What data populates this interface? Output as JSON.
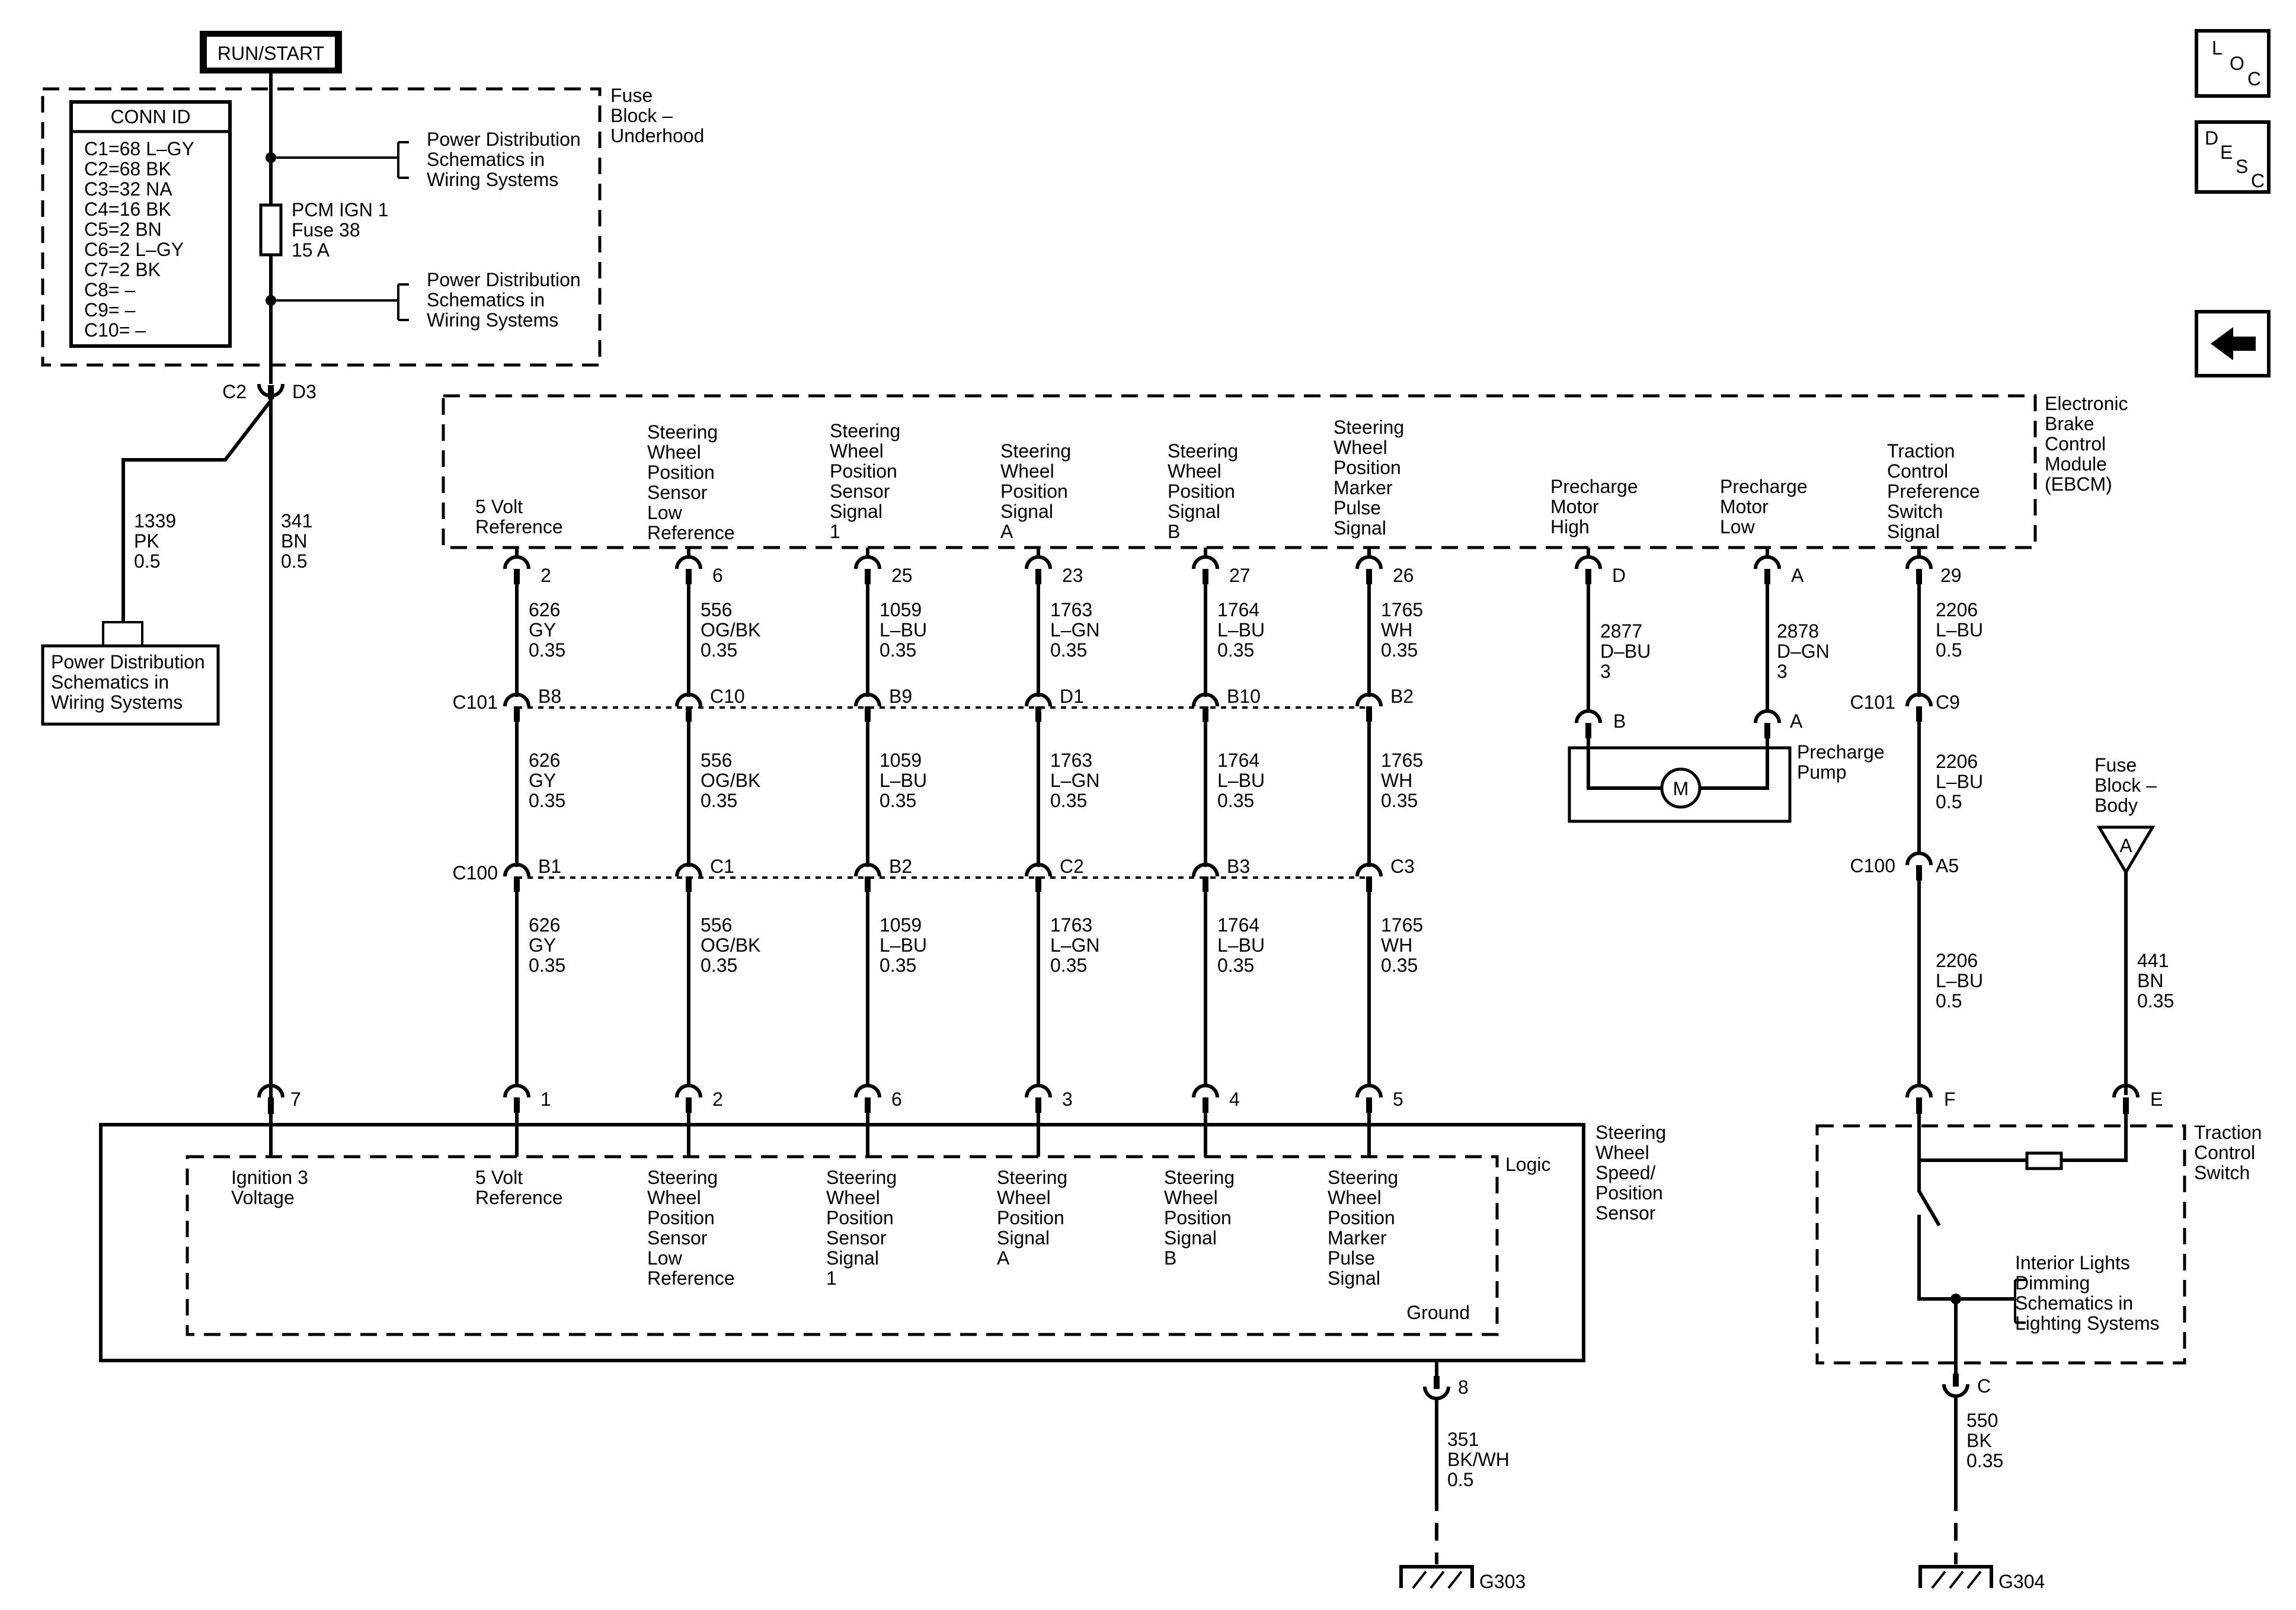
{
  "power": {
    "run_start": "RUN/START"
  },
  "fuse_block": {
    "title": [
      "Fuse",
      "Block –",
      "Underhood"
    ],
    "conn_id_title": "CONN ID",
    "conn_ids": [
      "C1=68 L–GY",
      "C2=68 BK",
      "C3=32 NA",
      "C4=16 BK",
      "C5=2 BN",
      "C6=2 L–GY",
      "C7=2 BK",
      "C8= –",
      "C9= –",
      "C10= –"
    ],
    "fuse_label": [
      "PCM IGN 1",
      "Fuse 38",
      "15 A"
    ],
    "power_dist_top": [
      "Power Distribution",
      "Schematics in",
      "Wiring Systems"
    ],
    "power_dist_mid": [
      "Power Distribution",
      "Schematics in",
      "Wiring Systems"
    ]
  },
  "left_connectors": {
    "c2": "C2",
    "d3": "D3"
  },
  "wire_1339": [
    "1339",
    "PK",
    "0.5"
  ],
  "wire_341": [
    "341",
    "BN",
    "0.5"
  ],
  "power_dist_left": [
    "Power Distribution",
    "Schematics in",
    "Wiring Systems"
  ],
  "ebcm": {
    "title": [
      "Electronic",
      "Brake",
      "Control",
      "Module",
      "(EBCM)"
    ],
    "pins": [
      {
        "label": [
          "5 Volt",
          "Reference"
        ],
        "pin": "2"
      },
      {
        "label": [
          "Steering",
          "Wheel",
          "Position",
          "Sensor",
          "Low",
          "Reference"
        ],
        "pin": "6"
      },
      {
        "label": [
          "Steering",
          "Wheel",
          "Position",
          "Sensor",
          "Signal",
          "1"
        ],
        "pin": "25"
      },
      {
        "label": [
          "Steering",
          "Wheel",
          "Position",
          "Signal",
          "A"
        ],
        "pin": "23"
      },
      {
        "label": [
          "Steering",
          "Wheel",
          "Position",
          "Signal",
          "B"
        ],
        "pin": "27"
      },
      {
        "label": [
          "Steering",
          "Wheel",
          "Position",
          "Marker",
          "Pulse",
          "Signal"
        ],
        "pin": "26"
      },
      {
        "label": [
          "Precharge",
          "Motor",
          "High"
        ],
        "pin": "D"
      },
      {
        "label": [
          "Precharge",
          "Motor",
          "Low"
        ],
        "pin": "A"
      },
      {
        "label": [
          "Traction",
          "Control",
          "Preference",
          "Switch",
          "Signal"
        ],
        "pin": "29"
      }
    ]
  },
  "signal_wires": [
    {
      "seg1": [
        "626",
        "GY",
        "0.35"
      ],
      "c101": "B8",
      "seg2": [
        "626",
        "GY",
        "0.35"
      ],
      "c100": "B1",
      "seg3": [
        "626",
        "GY",
        "0.35"
      ],
      "sensor_pin": "1",
      "sensor_label": [
        "5 Volt",
        "Reference"
      ]
    },
    {
      "seg1": [
        "556",
        "OG/BK",
        "0.35"
      ],
      "c101": "C10",
      "seg2": [
        "556",
        "OG/BK",
        "0.35"
      ],
      "c100": "C1",
      "seg3": [
        "556",
        "OG/BK",
        "0.35"
      ],
      "sensor_pin": "2",
      "sensor_label": [
        "Steering",
        "Wheel",
        "Position",
        "Sensor",
        "Low",
        "Reference"
      ]
    },
    {
      "seg1": [
        "1059",
        "L–BU",
        "0.35"
      ],
      "c101": "B9",
      "seg2": [
        "1059",
        "L–BU",
        "0.35"
      ],
      "c100": "B2",
      "seg3": [
        "1059",
        "L–BU",
        "0.35"
      ],
      "sensor_pin": "6",
      "sensor_label": [
        "Steering",
        "Wheel",
        "Position",
        "Sensor",
        "Signal",
        "1"
      ]
    },
    {
      "seg1": [
        "1763",
        "L–GN",
        "0.35"
      ],
      "c101": "D1",
      "seg2": [
        "1763",
        "L–GN",
        "0.35"
      ],
      "c100": "C2",
      "seg3": [
        "1763",
        "L–GN",
        "0.35"
      ],
      "sensor_pin": "3",
      "sensor_label": [
        "Steering",
        "Wheel",
        "Position",
        "Signal",
        "A"
      ]
    },
    {
      "seg1": [
        "1764",
        "L–BU",
        "0.35"
      ],
      "c101": "B10",
      "seg2": [
        "1764",
        "L–BU",
        "0.35"
      ],
      "c100": "B3",
      "seg3": [
        "1764",
        "L–BU",
        "0.35"
      ],
      "sensor_pin": "4",
      "sensor_label": [
        "Steering",
        "Wheel",
        "Position",
        "Signal",
        "B"
      ]
    },
    {
      "seg1": [
        "1765",
        "WH",
        "0.35"
      ],
      "c101": "B2",
      "seg2": [
        "1765",
        "WH",
        "0.35"
      ],
      "c100": "C3",
      "seg3": [
        "1765",
        "WH",
        "0.35"
      ],
      "sensor_pin": "5",
      "sensor_label": [
        "Steering",
        "Wheel",
        "Position",
        "Marker",
        "Pulse",
        "Signal"
      ]
    }
  ],
  "connectors": {
    "c101": "C101",
    "c100": "C100"
  },
  "precharge": {
    "wire_high": [
      "2877",
      "D–BU",
      "3"
    ],
    "wire_low": [
      "2878",
      "D–GN",
      "3"
    ],
    "pin_b": "B",
    "pin_a": "A",
    "pump_label": [
      "Precharge",
      "Pump"
    ],
    "motor": "M"
  },
  "traction_wire": {
    "seg1": [
      "2206",
      "L–BU",
      "0.5"
    ],
    "c101": "C9",
    "seg2": [
      "2206",
      "L–BU",
      "0.5"
    ],
    "c100": "A5",
    "seg3": [
      "2206",
      "L–BU",
      "0.5"
    ]
  },
  "fuse_block_body": {
    "title": [
      "Fuse",
      "Block –",
      "Body"
    ],
    "pin": "A",
    "wire": [
      "441",
      "BN",
      "0.35"
    ]
  },
  "sensor": {
    "title": [
      "Steering",
      "Wheel",
      "Speed/",
      "Position",
      "Sensor"
    ],
    "logic": "Logic",
    "ground": "Ground",
    "ignition_pin": "7",
    "ignition_label": [
      "Ignition 3",
      "Voltage"
    ],
    "ground_pin": "8",
    "ground_wire": [
      "351",
      "BK/WH",
      "0.5"
    ],
    "ground_id": "G303"
  },
  "traction_switch": {
    "title": [
      "Traction",
      "Control",
      "Switch"
    ],
    "pin_f": "F",
    "pin_e": "E",
    "pin_c": "C",
    "interior": [
      "Interior Lights",
      "Dimming",
      "Schematics in",
      "Lighting Systems"
    ],
    "ground_wire": [
      "550",
      "BK",
      "0.35"
    ],
    "ground_id": "G304"
  },
  "nav": {
    "loc": [
      "L",
      "O",
      "C"
    ],
    "desc": [
      "D",
      "E",
      "S",
      "C"
    ],
    "back_icon": "left-arrow-icon"
  }
}
